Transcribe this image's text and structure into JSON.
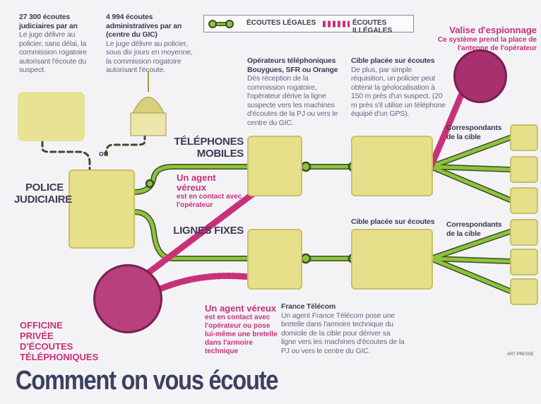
{
  "legend": {
    "legal": "ÉCOUTES LÉGALES",
    "illegal": "ÉCOUTES ILLÉGALES"
  },
  "colors": {
    "legal": "#7fb032",
    "illegal": "#c8317a",
    "tile": "#e6e08a",
    "title": "#3c4060"
  },
  "judiciaires": {
    "title": "27 300 écoutes judiciaires par an",
    "body": "Le juge délivre au policier, sans délai, la commission rogatoire autorisant l'écoute du suspect."
  },
  "administratives": {
    "title": "4 994 écoutes administratives par an (centre du GIC)",
    "body": "Le juge délivre au policier, sous dix jours en moyenne, la commission rogatoire autorisant l'écoute."
  },
  "ou": "ou",
  "police": "POLICE JUDICIAIRE",
  "operateurs": {
    "title": "Opérateurs téléphoniques Bouygues, SFR ou Orange",
    "body": "Dès réception de la commission rogatoire, l'opérateur dérive la ligne suspecte vers les machines d'écoutes de la PJ ou vers le centre du GIC."
  },
  "cible_mobile": {
    "title": "Cible placée sur écoutes",
    "body": "De plus, par simple réquisition, un policier peut obtenir la géolocalisation à 150 m près d'un suspect. (20 m près s'il utilise un téléphone équipé d'un GPS)."
  },
  "valise": {
    "title": "Valise d'espionnage",
    "body": "Ce système prend la place de l'antenne de l'opérateur"
  },
  "mobiles": "TÉLÉPHONES MOBILES",
  "fixes": "LIGNES FIXES",
  "correspondants": "Correspondants de la cible",
  "agent1": {
    "title": "Un agent véreux",
    "body": "est en contact avec l'opérateur"
  },
  "agent2": {
    "title": "Un agent véreux",
    "body": "est en contact avec l'opérateur ou pose lui-même une bretelle dans l'armoire technique"
  },
  "cible_fixe": "Cible placée sur écoutes",
  "france_telecom": {
    "title": "France Télécom",
    "body": "Un agent France Télécom pose une bretelle dans l'armoire technique du domicile de la cible pour dériver sa ligne vers les machines d'écoutes de la PJ ou vers le centre du GIC."
  },
  "officine": "OFFICINE PRIVÉE D'ÉCOUTES TÉLÉPHONIQUES",
  "credit": "ART PRESSE",
  "title": "Comment on vous écoute"
}
